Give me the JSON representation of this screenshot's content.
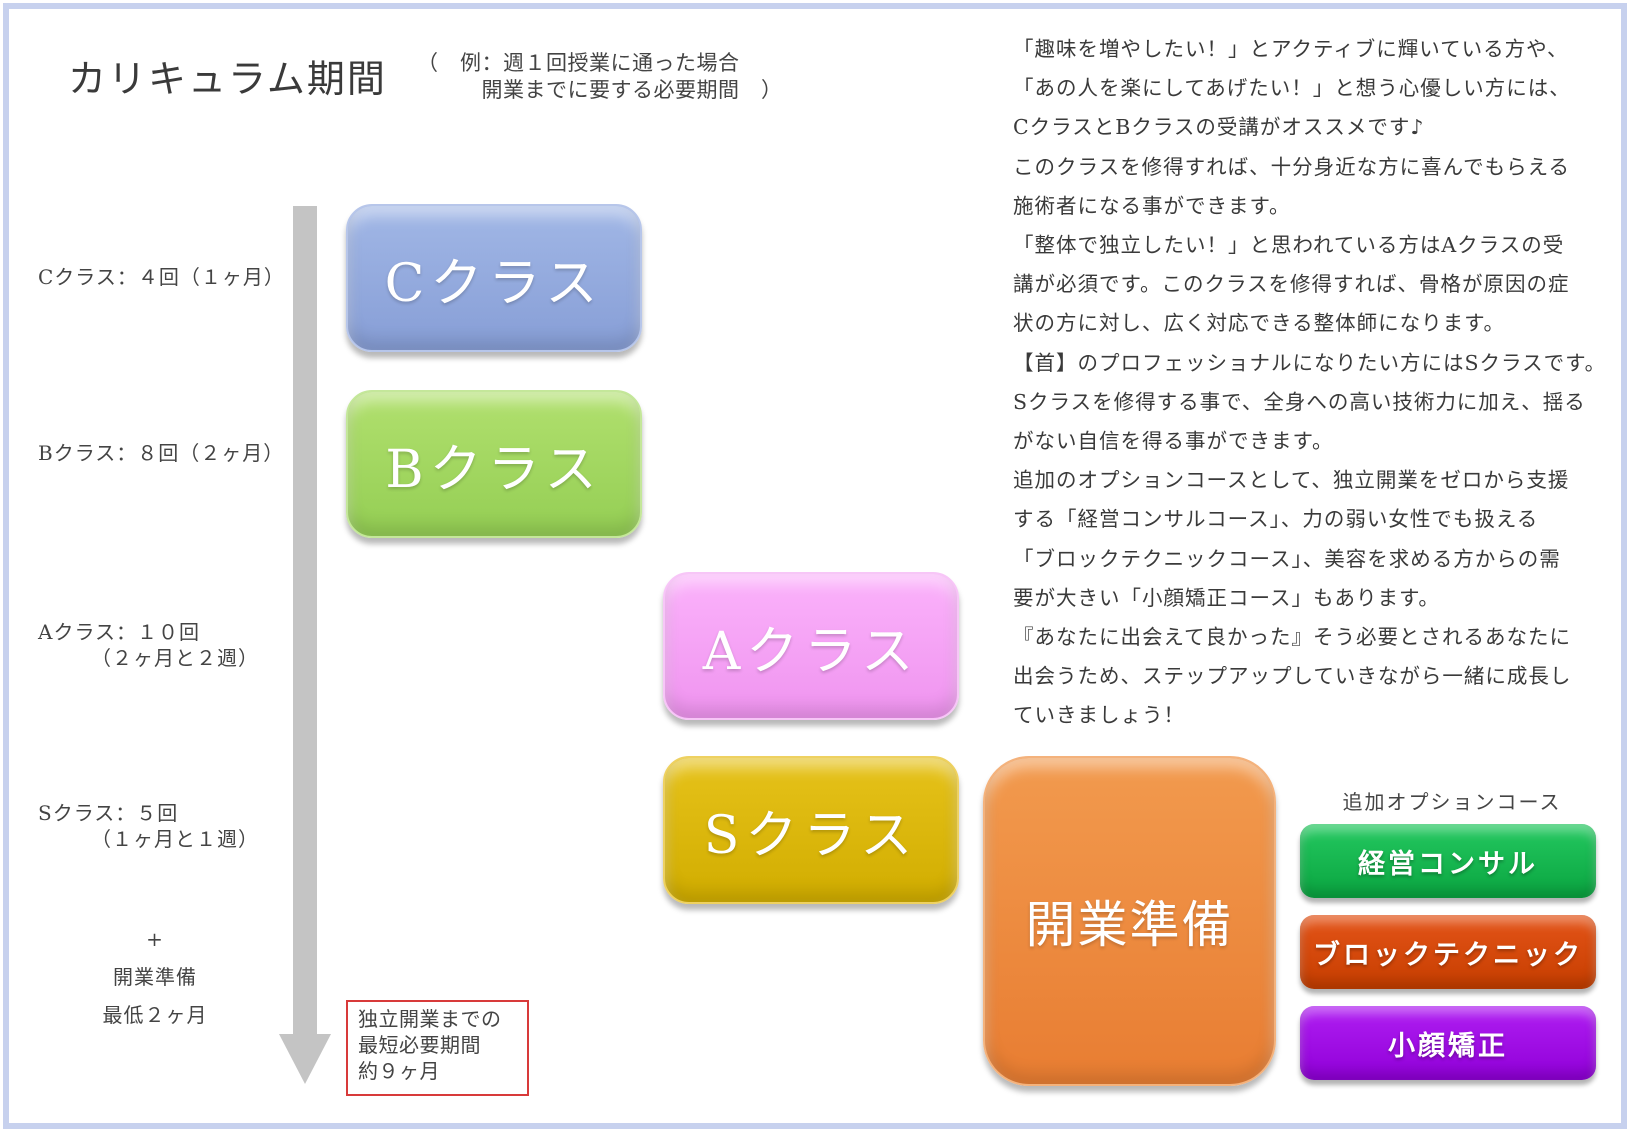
{
  "title": "カリキュラム期間",
  "title_note": "（　例：週１回授業に通った場合\n　　　開業までに要する必要期間　）",
  "timeline": {
    "items": [
      {
        "label": "Cクラス：４回（１ヶ月）"
      },
      {
        "label": "Bクラス：８回（２ヶ月）"
      },
      {
        "label": "Aクラス：１０回\n　　　（２ヶ月と２週）"
      },
      {
        "label": "Sクラス：５回\n　　　（１ヶ月と１週）"
      }
    ],
    "prep": "+\n開業準備\n最低２ヶ月"
  },
  "classes": {
    "c": "Cクラス",
    "b": "Bクラス",
    "a": "Aクラス",
    "s": "Sクラス",
    "prep": "開業準備"
  },
  "note": "独立開業までの\n最短必要期間\n約９ヶ月",
  "description": [
    "「趣味を増やしたい！」とアクティブに輝いている方や、",
    "「あの人を楽にしてあげたい！」と想う心優しい方には、",
    "CクラスとBクラスの受講がオススメです♪",
    "このクラスを修得すれば、十分身近な方に喜んでもらえる",
    "施術者になる事ができます。",
    "「整体で独立したい！」と思われている方はAクラスの受",
    "講が必須です。このクラスを修得すれば、骨格が原因の症",
    "状の方に対し、広く対応できる整体師になります。",
    "【首】のプロフェッショナルになりたい方にはSクラスです。",
    "Sクラスを修得する事で、全身への高い技術力に加え、揺る",
    "がない自信を得る事ができます。",
    "追加のオプションコースとして、独立開業をゼロから支援",
    "する「経営コンサルコース」、力の弱い女性でも扱える",
    "「ブロックテクニックコース」、美容を求める方からの需",
    "要が大きい「小顔矯正コース」もあります。",
    "『あなたに出会えて良かった』そう必要とされるあなたに",
    "出会うため、ステップアップしていきながら一緒に成長し",
    "ていきましょう！"
  ],
  "options": {
    "heading": "追加オプションコース",
    "items": [
      {
        "label": "経営コンサル",
        "color": "#12b24e"
      },
      {
        "label": "ブロックテクニック",
        "color": "#d44a0c"
      },
      {
        "label": "小顔矯正",
        "color": "#9f0ee4"
      }
    ]
  },
  "colors": {
    "frame": "#c7d1ee",
    "arrow": "#c4c4c4",
    "class_c": "#8fa6dc",
    "class_b": "#9fd65e",
    "class_a": "#f5a3f5",
    "class_s": "#dcb80a",
    "prep": "#ec8a3e",
    "note_border": "#d83a3a"
  }
}
